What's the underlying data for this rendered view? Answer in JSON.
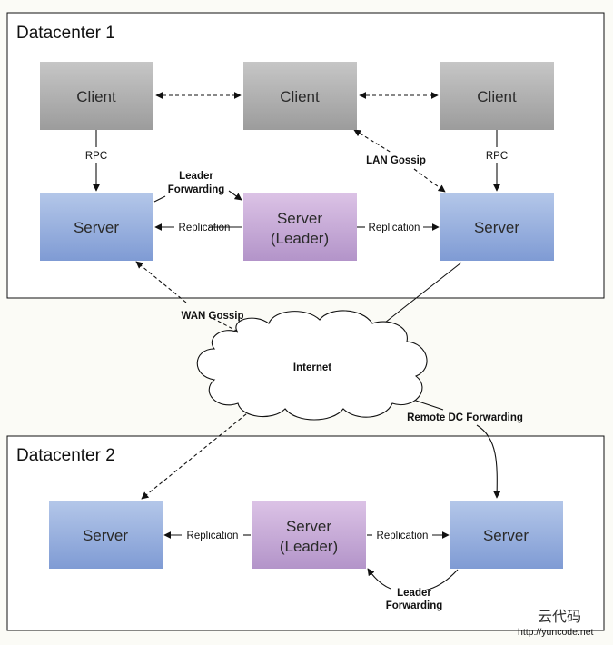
{
  "datacenters": {
    "dc1": {
      "title": "Datacenter 1"
    },
    "dc2": {
      "title": "Datacenter 2"
    }
  },
  "nodes": {
    "dc1_client_left": {
      "line1": "Client",
      "line2": ""
    },
    "dc1_client_mid": {
      "line1": "Client",
      "line2": ""
    },
    "dc1_client_right": {
      "line1": "Client",
      "line2": ""
    },
    "dc1_server_left": {
      "line1": "Server",
      "line2": ""
    },
    "dc1_server_leader": {
      "line1": "Server",
      "line2": "(Leader)"
    },
    "dc1_server_right": {
      "line1": "Server",
      "line2": ""
    },
    "dc2_server_left": {
      "line1": "Server",
      "line2": ""
    },
    "dc2_server_leader": {
      "line1": "Server",
      "line2": "(Leader)"
    },
    "dc2_server_right": {
      "line1": "Server",
      "line2": ""
    }
  },
  "internet": {
    "label": "Internet"
  },
  "edge_labels": {
    "rpc_left": "RPC",
    "rpc_right": "RPC",
    "leader_forwarding_dc1_line1": "Leader",
    "leader_forwarding_dc1_line2": "Forwarding",
    "replication_dc1_left": "Replication",
    "replication_dc1_right": "Replication",
    "lan_gossip": "LAN Gossip",
    "wan_gossip": "WAN Gossip",
    "remote_dc_forwarding": "Remote DC Forwarding",
    "replication_dc2_left": "Replication",
    "replication_dc2_right": "Replication",
    "leader_forwarding_dc2_line1": "Leader",
    "leader_forwarding_dc2_line2": "Forwarding"
  },
  "watermark": {
    "chinese": "云代码",
    "url": "http://yuncode.net"
  },
  "colors": {
    "client_top": "#c6c6c6",
    "client_bottom": "#9c9c9c",
    "server_top": "#b4c7e9",
    "server_bottom": "#7f9bd4",
    "leader_top": "#dcc3e6",
    "leader_bottom": "#b394c9"
  }
}
